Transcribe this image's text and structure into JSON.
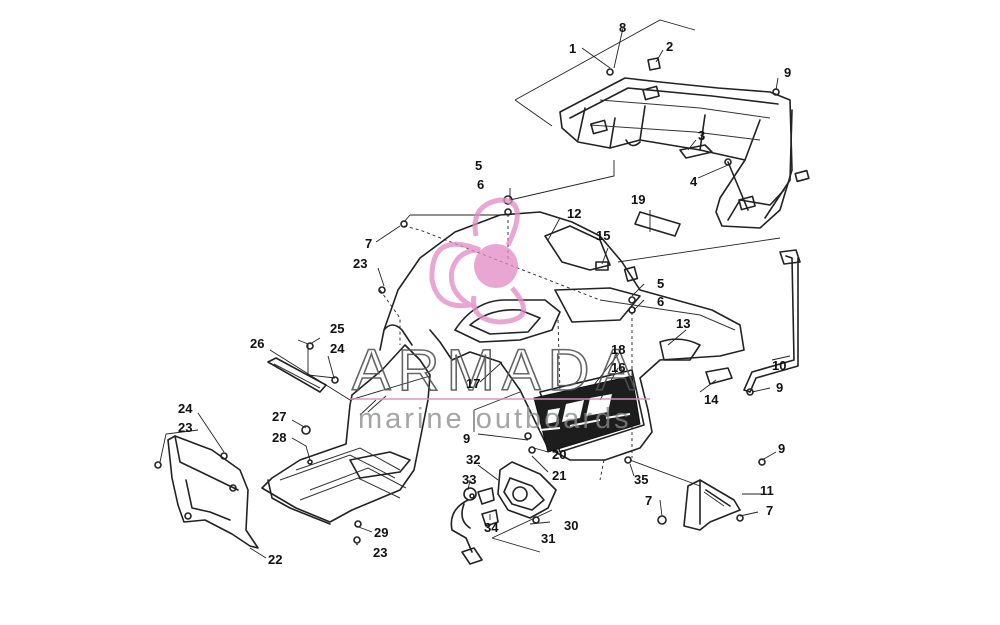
{
  "watermark": {
    "brand": "ARMADA",
    "tagline": "marine outboards",
    "accent_color": "#e48bc4"
  },
  "callouts": [
    {
      "id": "c1",
      "label": "1"
    },
    {
      "id": "c2",
      "label": "2"
    },
    {
      "id": "c3",
      "label": "3"
    },
    {
      "id": "c4",
      "label": "4"
    },
    {
      "id": "c5a",
      "label": "5"
    },
    {
      "id": "c5b",
      "label": "5"
    },
    {
      "id": "c6a",
      "label": "6"
    },
    {
      "id": "c6b",
      "label": "6"
    },
    {
      "id": "c7a",
      "label": "7"
    },
    {
      "id": "c7b",
      "label": "7"
    },
    {
      "id": "c7c",
      "label": "7"
    },
    {
      "id": "c8",
      "label": "8"
    },
    {
      "id": "c9a",
      "label": "9"
    },
    {
      "id": "c9b",
      "label": "9"
    },
    {
      "id": "c9c",
      "label": "9"
    },
    {
      "id": "c9d",
      "label": "9"
    },
    {
      "id": "c10",
      "label": "10"
    },
    {
      "id": "c11",
      "label": "11"
    },
    {
      "id": "c12",
      "label": "12"
    },
    {
      "id": "c13",
      "label": "13"
    },
    {
      "id": "c14",
      "label": "14"
    },
    {
      "id": "c15",
      "label": "15"
    },
    {
      "id": "c16",
      "label": "16"
    },
    {
      "id": "c17",
      "label": "17"
    },
    {
      "id": "c18",
      "label": "18"
    },
    {
      "id": "c19",
      "label": "19"
    },
    {
      "id": "c20",
      "label": "20"
    },
    {
      "id": "c21",
      "label": "21"
    },
    {
      "id": "c22",
      "label": "22"
    },
    {
      "id": "c23a",
      "label": "23"
    },
    {
      "id": "c23b",
      "label": "23"
    },
    {
      "id": "c23c",
      "label": "23"
    },
    {
      "id": "c24a",
      "label": "24"
    },
    {
      "id": "c24b",
      "label": "24"
    },
    {
      "id": "c25",
      "label": "25"
    },
    {
      "id": "c26",
      "label": "26"
    },
    {
      "id": "c27",
      "label": "27"
    },
    {
      "id": "c28",
      "label": "28"
    },
    {
      "id": "c29",
      "label": "29"
    },
    {
      "id": "c30",
      "label": "30"
    },
    {
      "id": "c31",
      "label": "31"
    },
    {
      "id": "c32",
      "label": "32"
    },
    {
      "id": "c33",
      "label": "33"
    },
    {
      "id": "c34",
      "label": "34"
    },
    {
      "id": "c35",
      "label": "35"
    }
  ]
}
